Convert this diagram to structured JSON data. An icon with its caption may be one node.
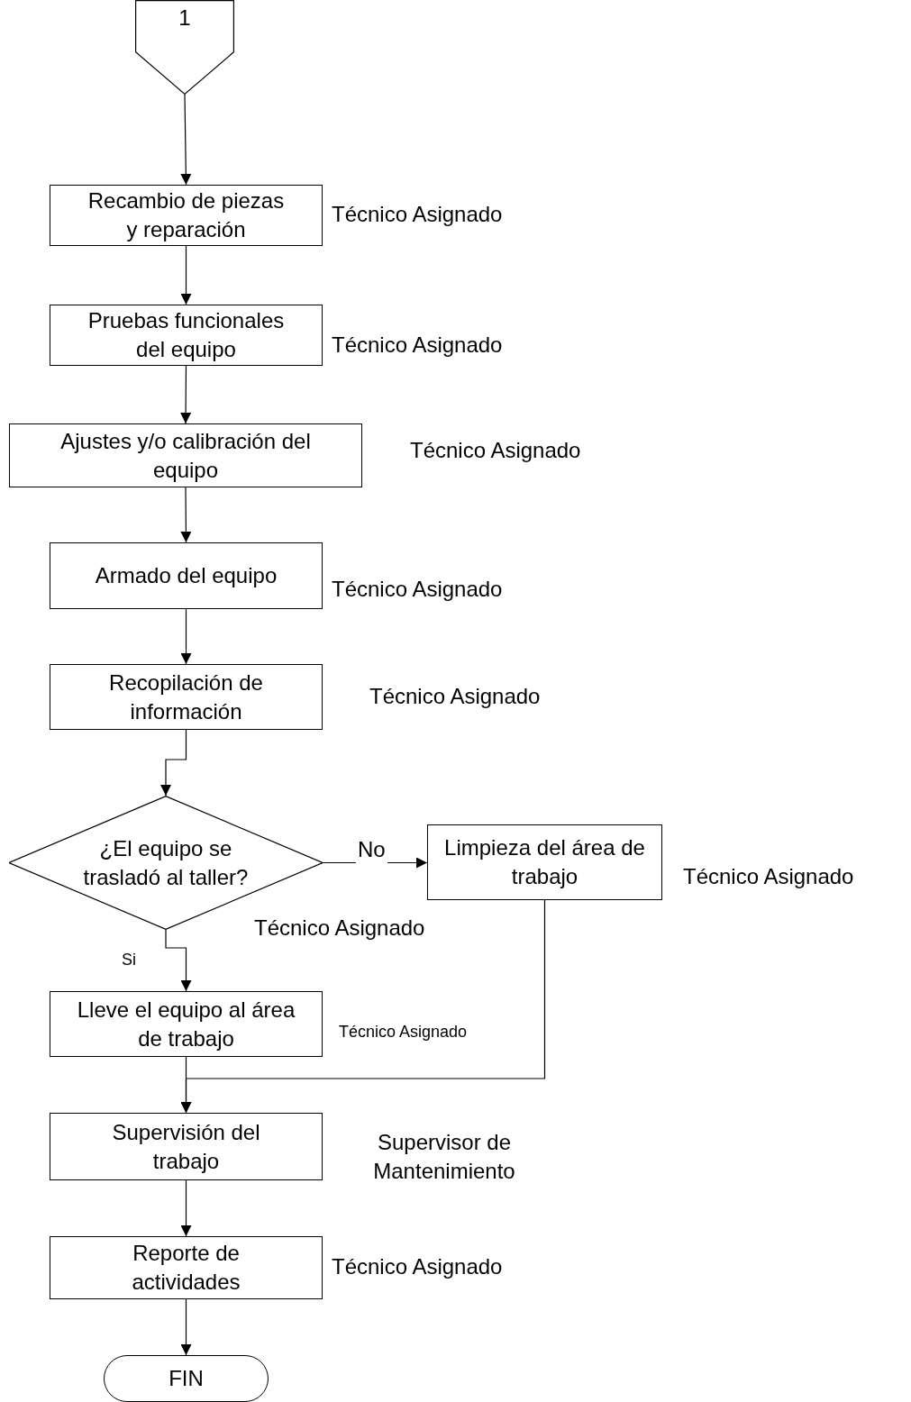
{
  "diagram": {
    "nodes": [
      {
        "text": [
          "1"
        ]
      },
      {
        "text": [
          "Recambio de piezas y reparación"
        ],
        "beside": [
          "Técnico Asignado"
        ]
      },
      {
        "text": [
          "Pruebas funcionales del equipo"
        ],
        "beside": [
          "Técnico Asignado"
        ]
      },
      {
        "text": [
          "Ajustes y/o calibración del equipo"
        ],
        "beside": [
          "Técnico Asignado"
        ]
      },
      {
        "text": [
          "Armado del equipo"
        ],
        "beside": [
          "Técnico Asignado"
        ]
      },
      {
        "text": [
          "Recopilación de información"
        ],
        "beside": [
          "Técnico Asignado"
        ]
      },
      {
        "text": [
          "¿El equipo se trasladó al taller?"
        ],
        "beside": [
          "Técnico Asignado"
        ]
      },
      {
        "text": [
          "Limpieza del área de trabajo"
        ],
        "beside": [
          "Técnico Asignado"
        ]
      },
      {
        "text": [
          "Lleve el equipo al área de trabajo"
        ],
        "beside": [
          "Técnico Asignado"
        ]
      },
      {
        "text": [
          "Supervisión del trabajo"
        ],
        "beside": [
          "Supervisor de Mantenimiento"
        ]
      },
      {
        "text": [
          "Reporte de actividades"
        ],
        "beside": [
          "Técnico Asignado"
        ]
      },
      {
        "text": [
          "FIN"
        ]
      }
    ],
    "edges": [
      {
        "from": 0,
        "to": 1,
        "arrow": "to"
      },
      {
        "from": 1,
        "to": 2,
        "arrow": "to"
      },
      {
        "from": 2,
        "to": 3,
        "arrow": "to"
      },
      {
        "from": 3,
        "to": 4,
        "arrow": "to"
      },
      {
        "from": 4,
        "to": 5,
        "arrow": "to"
      },
      {
        "from": 5,
        "to": 6,
        "arrow": "to"
      },
      {
        "from": 6,
        "to": 7,
        "arrow": "to",
        "label": "No"
      },
      {
        "from": 6,
        "to": 8,
        "arrow": "to",
        "label": "Si"
      },
      {
        "from": 8,
        "to": 9,
        "arrow": "to"
      },
      {
        "from": 7,
        "to": 9,
        "arrow": "to"
      },
      {
        "from": 9,
        "to": 10,
        "arrow": "to"
      },
      {
        "from": 10,
        "to": 11,
        "arrow": "to"
      }
    ]
  }
}
